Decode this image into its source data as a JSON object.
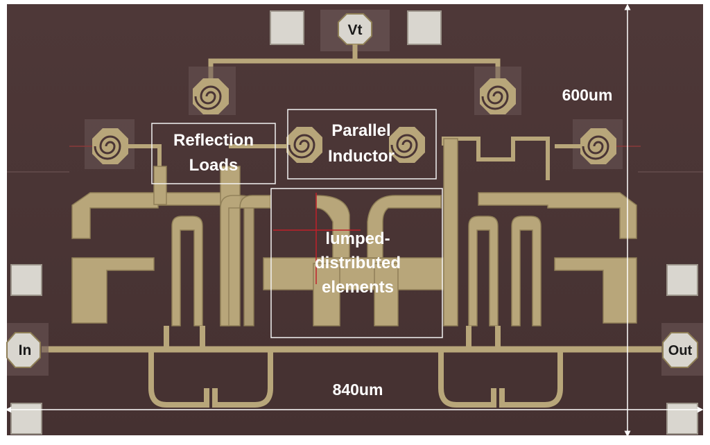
{
  "image": {
    "subject": "MMIC chip micrograph",
    "colors": {
      "substrate": "#4a3535",
      "metal": "#b8a67a",
      "metal_dark": "#8f7f57",
      "pad": "#d9d6cf",
      "box_outline": "#f2f2f2",
      "marker": "#c0202a"
    }
  },
  "pads": {
    "vt": "Vt",
    "input": "In",
    "output": "Out"
  },
  "annotations": {
    "reflection_loads": [
      "Reflection",
      "Loads"
    ],
    "parallel_inductor": [
      "Parallel",
      "Inductor"
    ],
    "lumped_distributed": [
      "lumped-",
      "distributed",
      "elements"
    ]
  },
  "dimensions": {
    "height": "600um",
    "width": "840um"
  }
}
